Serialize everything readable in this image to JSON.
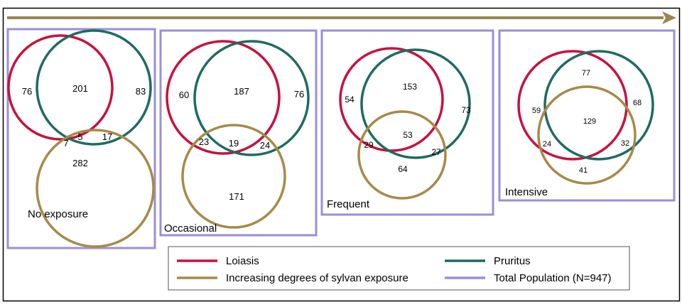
{
  "colors": {
    "loiasis": "#c8103f",
    "pruritus": "#1f6b5f",
    "sylvan": "#a68a4a",
    "population": "#9b8fd6",
    "arrow": "#9b8550",
    "frame": "#000000"
  },
  "panels": [
    {
      "label": "No exposure",
      "numbers": [
        "76",
        "201",
        "83",
        "7",
        "5",
        "17",
        "282"
      ]
    },
    {
      "label": "Occasional",
      "numbers": [
        "60",
        "187",
        "76",
        "23",
        "19",
        "24",
        "171"
      ]
    },
    {
      "label": "Frequent",
      "numbers": [
        "54",
        "153",
        "73",
        "29",
        "53",
        "27",
        "64"
      ]
    },
    {
      "label": "Intensive",
      "numbers": [
        "77",
        "59",
        "68",
        "129",
        "24",
        "32",
        "41"
      ]
    }
  ],
  "legend": {
    "loiasis": "Loiasis",
    "pruritus": "Pruritus",
    "sylvan": "Increasing degrees of sylvan exposure",
    "population": "Total Population (N=947)"
  }
}
